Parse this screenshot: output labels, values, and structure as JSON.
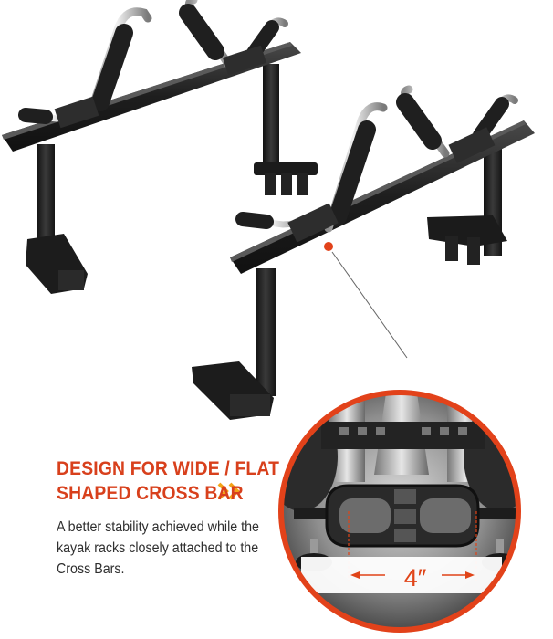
{
  "headline": {
    "line1": "DESIGN FOR WIDE / FLAT",
    "line2": "SHAPED CROSS BAR",
    "chevrons": "»"
  },
  "description": {
    "line1": "A better stability achieved while the",
    "line2": "kayak racks closely attached to the",
    "line3": "Cross Bars."
  },
  "dimension_label": "4″",
  "colors": {
    "accent": "#d8401c",
    "dimension": "#e04418",
    "body_text": "#2f2f2f",
    "metal_dark": "#1f1f1f",
    "chrome": "#c4c4c4",
    "pad": "#2a2a2a"
  }
}
